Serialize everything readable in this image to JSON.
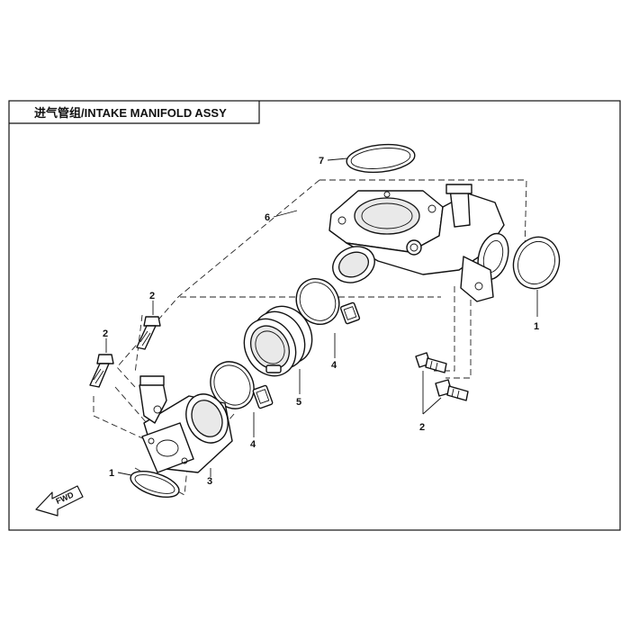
{
  "title": "进气管组/INTAKE MANIFOLD ASSY",
  "fwd_label": "FWD",
  "callouts": {
    "c7": "7",
    "c6": "6",
    "c1_right": "1",
    "c2_top1": "2",
    "c2_top2": "2",
    "c4_upper": "4",
    "c5": "5",
    "c4_lower": "4",
    "c3": "3",
    "c1_left": "1",
    "c2_bottom": "2"
  }
}
